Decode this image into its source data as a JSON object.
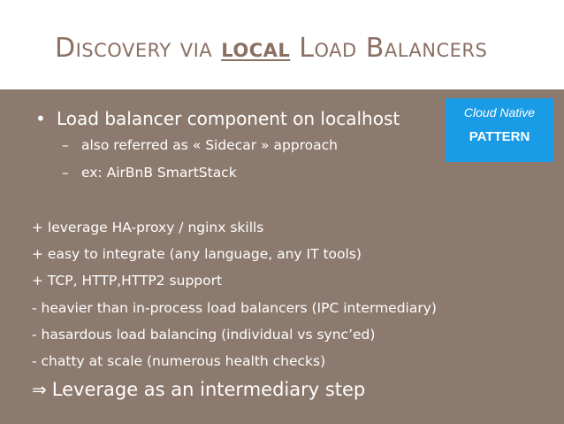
{
  "slide": {
    "title": {
      "w1_first": "D",
      "w1_rest": "ISCOVERY",
      "w2": "VIA",
      "w3": "LOCAL",
      "w4_first": "L",
      "w4_rest": "OAD",
      "w5_first": "B",
      "w5_rest": "ALANCERS"
    },
    "badge": {
      "line1": "Cloud Native",
      "line2": "PATTERN",
      "color": "#1a9be5"
    },
    "bullet": {
      "symbol": "•",
      "text": "Load balancer component on localhost",
      "subs": [
        {
          "dash": "–",
          "text": "also referred as « Sidecar » approach"
        },
        {
          "dash": "–",
          "text": "ex: AirBnB SmartStack"
        }
      ]
    },
    "points": [
      "+ leverage HA-proxy / nginx skills",
      "+ easy to integrate (any language, any IT tools)",
      "+ TCP, HTTP,HTTP2  support",
      "- heavier than in-process load balancers (IPC intermediary)",
      "- hasardous load balancing (individual vs sync’ed)",
      "- chatty at scale (numerous health checks)"
    ],
    "conclusion": {
      "arrow": "⇒",
      "text": "Leverage as an intermediary step"
    },
    "colors": {
      "title": "#8a6f62",
      "content_bg": "#8d7a6e",
      "text": "#ffffff"
    }
  }
}
